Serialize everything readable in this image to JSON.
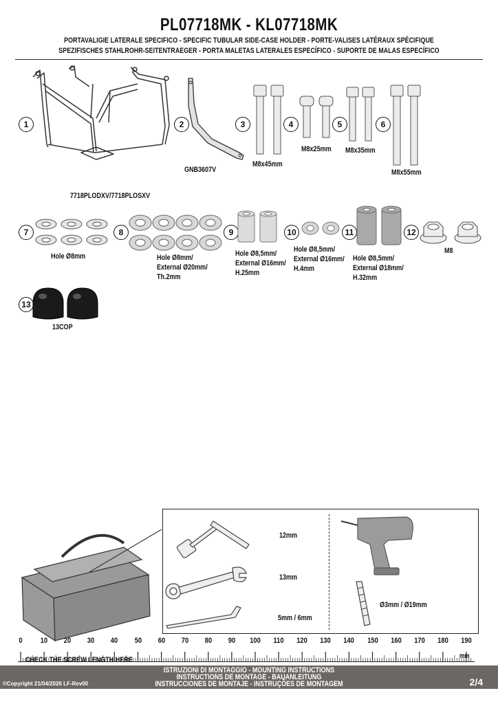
{
  "header": {
    "title": "PL07718MK - KL07718MK",
    "line1": "PORTAVALIGIE LATERALE SPECIFICO  -  SPECIFIC TUBULAR SIDE-CASE HOLDER  - PORTE-VALISES LATÉRAUX SPÉCIFIQUE",
    "line2": "SPEZIFISCHES STAHLROHR-SEITENTRAEGER - PORTA MALETAS LATERALES ESPECÍFICO - SUPORTE DE MALAS ESPECÍFICO"
  },
  "parts": [
    {
      "num": "1",
      "label": "7718PLODXV/7718PLOSXV"
    },
    {
      "num": "2",
      "label": "GNB3607V"
    },
    {
      "num": "3",
      "label": "M8x45mm"
    },
    {
      "num": "4",
      "label": "M8x25mm"
    },
    {
      "num": "5",
      "label": "M8x35mm"
    },
    {
      "num": "6",
      "label": "M8x55mm"
    },
    {
      "num": "7",
      "label": "Hole Ø8mm"
    },
    {
      "num": "8",
      "label_lines": [
        "Hole Ø8mm/",
        "External Ø20mm/",
        "Th.2mm"
      ]
    },
    {
      "num": "9",
      "label_lines": [
        "Hole Ø8,5mm/",
        "External Ø16mm/",
        "H.25mm"
      ]
    },
    {
      "num": "10",
      "label_lines": [
        "Hole Ø8,5mm/",
        "External Ø16mm/",
        "H.4mm"
      ]
    },
    {
      "num": "11",
      "label_lines": [
        "Hole Ø8,5mm/",
        "External Ø18mm/",
        "H.32mm"
      ]
    },
    {
      "num": "12",
      "label": "M8"
    },
    {
      "num": "13",
      "label": "13COP"
    }
  ],
  "tools": {
    "socket": "12mm",
    "wrench": "13mm",
    "allen": "5mm / 6mm",
    "drill": "Ø3mm / Ø19mm"
  },
  "ruler": {
    "ticks": [
      "0",
      "10",
      "20",
      "30",
      "40",
      "50",
      "60",
      "70",
      "80",
      "90",
      "100",
      "110",
      "120",
      "130",
      "140",
      "150",
      "160",
      "170",
      "180",
      "190"
    ],
    "unit": "mm",
    "check": "CHECK THE SCREW LENGTH HERE"
  },
  "footer": {
    "line1": "ISTRUZIONI DI MONTAGGIO  -  MOUNTING INSTRUCTIONS",
    "line2": "INSTRUCTIONS DE MONTAGE - BAUANLEITUNG",
    "line3": "INSTRUCCIONES DE MONTAJE - INSTRUÇÕES DE MONTAGEM",
    "copyright": "©Copyright 21/04/2026 LF-Rev00",
    "page": "2/4"
  }
}
